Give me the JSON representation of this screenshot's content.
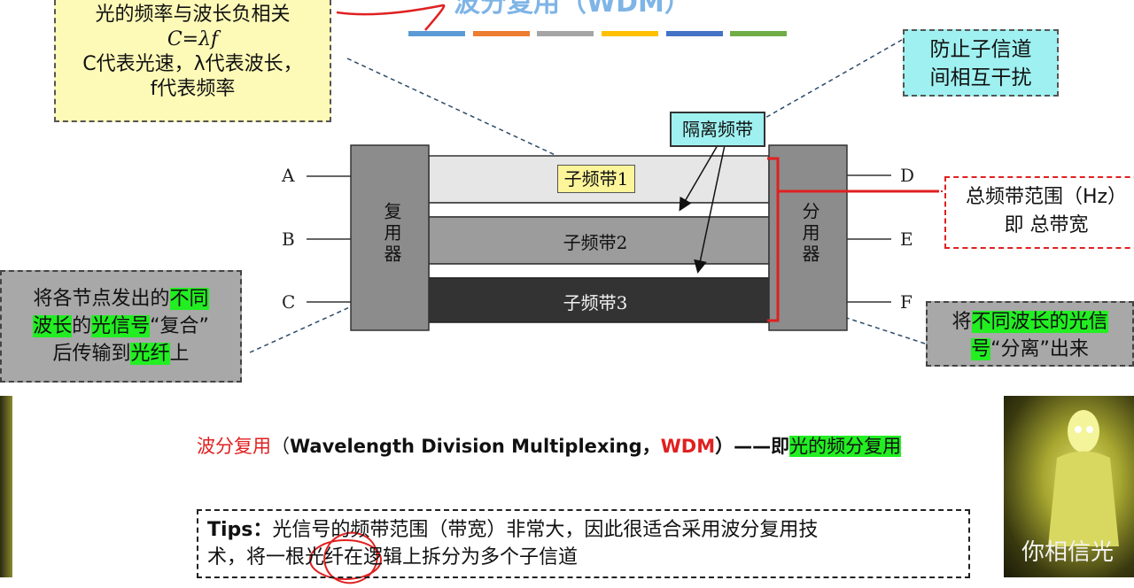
{
  "title": "波分复用（WDM）",
  "color_bar_colors": [
    "#5b9bd5",
    "#ed7d31",
    "#a5a5a5",
    "#ffc000",
    "#4472c4",
    "#70ad47"
  ],
  "yellow_note": {
    "line1": "光的频率与波长负相关",
    "line2": "C=λf",
    "line3": "C代表光速，λ代表波长，",
    "line4": "f代表频率"
  },
  "cyan_note": {
    "line1": "防止子信道",
    "line2": "间相互干扰"
  },
  "isolation_label": "隔离频带",
  "diagram": {
    "inputs": [
      "A",
      "B",
      "C"
    ],
    "outputs": [
      "D",
      "E",
      "F"
    ],
    "mux_label": "复用器",
    "demux_label": "分用器",
    "bands": [
      "子频带1",
      "子频带2",
      "子频带3"
    ]
  },
  "total_band_note": {
    "line1": "总频带范围（Hz）",
    "line2": "即 总带宽"
  },
  "left_note": {
    "p1": "将各节点发出的",
    "h1": "不同",
    "h2": "波长",
    "p2": "的",
    "h3": "光信号",
    "p3": "“复合”",
    "p4": "后传输到",
    "h4": "光纤",
    "p5": "上"
  },
  "right_note": {
    "p1": "将",
    "h1": "不同波长的光信",
    "h2": "号",
    "p2": "“分离”出来"
  },
  "wdm_line": {
    "term": "波分复用",
    "open": "（",
    "english": "Wavelength Division Multiplexing，",
    "abbr": "WDM",
    "close": "）——即",
    "highlight": "光的频分复用"
  },
  "tips": {
    "label": "Tips：",
    "text1": "光信号的频带范围（带宽）非常大，因此很适合采用波分复用技",
    "text2": "术，将一根光纤在逻辑上拆分为多个子信道"
  },
  "video_caption": "你相信光"
}
